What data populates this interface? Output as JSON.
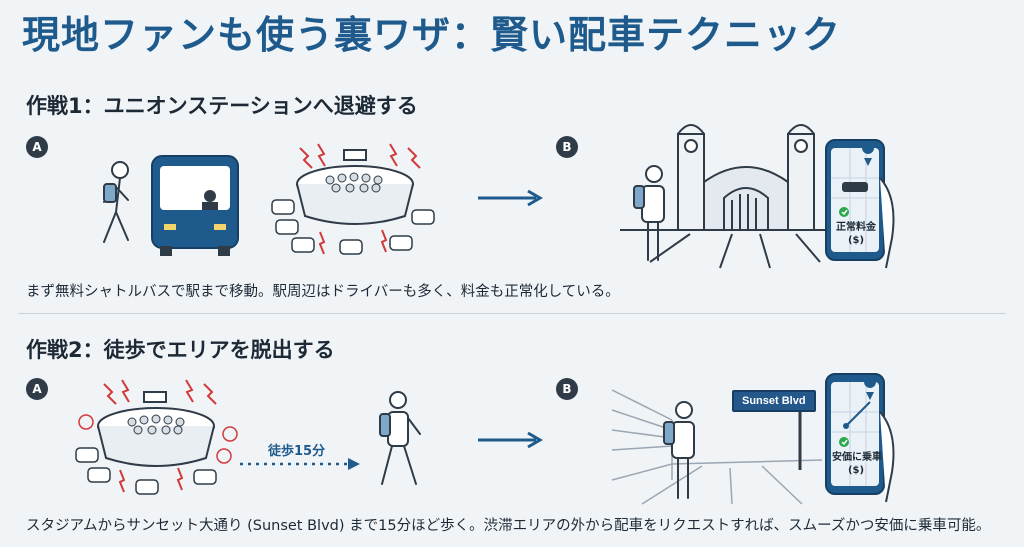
{
  "title": "現地ファンも使う裏ワザ：賢い配車テクニック",
  "plan1": {
    "heading": "作戦1：ユニオンステーションへ退避する",
    "badge_a": "A",
    "badge_b": "B",
    "phone_label": "正常料金",
    "phone_price": "($)",
    "caption": "まず無料シャトルバスで駅まで移動。駅周辺はドライバーも多く、料金も正常化している。"
  },
  "plan2": {
    "heading": "作戦2：徒歩でエリアを脱出する",
    "badge_a": "A",
    "badge_b": "B",
    "walk_label": "徒歩15分",
    "street_sign": "Sunset Blvd",
    "phone_label": "安価に乗車",
    "phone_price": "($)",
    "caption": "スタジアムからサンセット大通り (Sunset Blvd) まで15分ほど歩く。渋滞エリアの外から配車をリクエストすれば、スムーズかつ安価に乗車可能。"
  },
  "colors": {
    "accent": "#1e5a8c",
    "alert": "#d03a3a",
    "ok": "#2aa84a",
    "ink": "#2f3b47"
  }
}
